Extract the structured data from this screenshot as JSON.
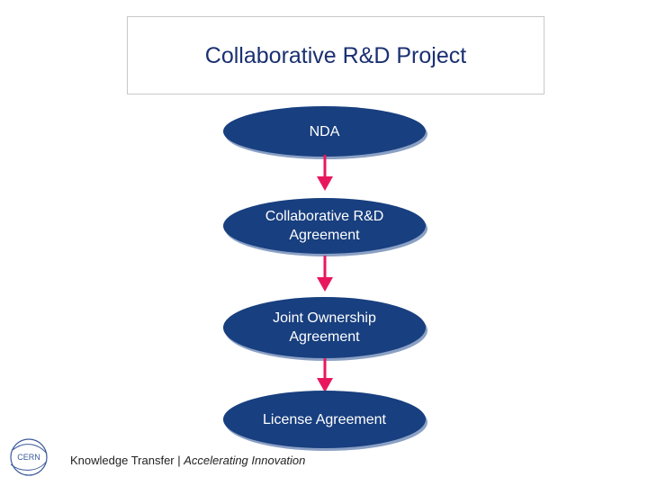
{
  "title": "Collaborative R&D Project",
  "nodes": [
    {
      "label": "NDA"
    },
    {
      "label": "Collaborative R&D Agreement"
    },
    {
      "label": "Joint Ownership Agreement"
    },
    {
      "label": "License Agreement"
    }
  ],
  "footer": {
    "left": "Knowledge Transfer |",
    "right": "Accelerating Innovation"
  },
  "logo": {
    "text": "CERN"
  },
  "colors": {
    "node_fill": "#183f7f",
    "arrow": "#e8175d",
    "title_text": "#1a3070"
  }
}
